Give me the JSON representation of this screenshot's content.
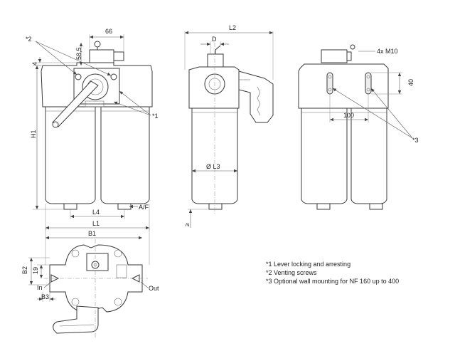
{
  "front_view": {
    "dim_66": "66",
    "dim_58_5": "58,5",
    "dim_4": "4",
    "dim_h1": "H1",
    "dim_l4": "L4",
    "dim_l1": "L1",
    "callout_venting": "*2",
    "callout_lever": "*1",
    "callout_af": "A/F"
  },
  "side_view": {
    "dim_l2": "L2",
    "dim_d": "D",
    "dim_l3": "Ø L3",
    "dim_clearance": "≥"
  },
  "rear_view": {
    "dim_m10": "4x M10",
    "dim_40": "40",
    "dim_100": "100",
    "callout_wall": "*3"
  },
  "top_view": {
    "dim_b1": "B1",
    "dim_b2": "B2",
    "dim_19": "19",
    "dim_b3": "B3",
    "label_in": "In",
    "label_out": "Out"
  },
  "notes": [
    "*1 Lever locking and arresting",
    "*2 Venting screws",
    "*3 Optional wall mounting for NF 160 up to 400"
  ]
}
